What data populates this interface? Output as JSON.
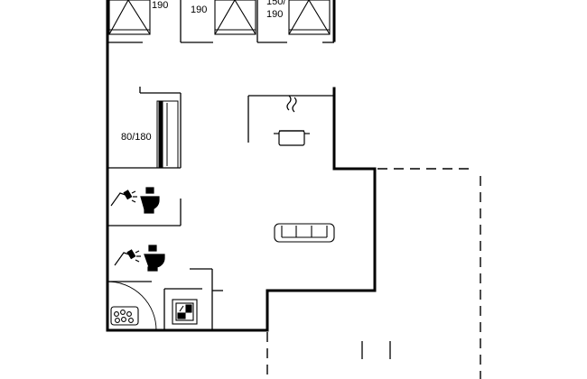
{
  "labels": {
    "bed_a": "190",
    "bed_b": "190",
    "bed_c_line1": "150/",
    "bed_c_line2": "190",
    "bed_d": "80/180"
  },
  "icons": [
    "bed-icon",
    "kitchen-pot-icon",
    "sofa-icon",
    "shower-icon",
    "toilet-icon",
    "sauna-stove-icon",
    "washer-dryer-icon"
  ],
  "colors": {
    "wall": "#000000",
    "background": "#ffffff"
  }
}
